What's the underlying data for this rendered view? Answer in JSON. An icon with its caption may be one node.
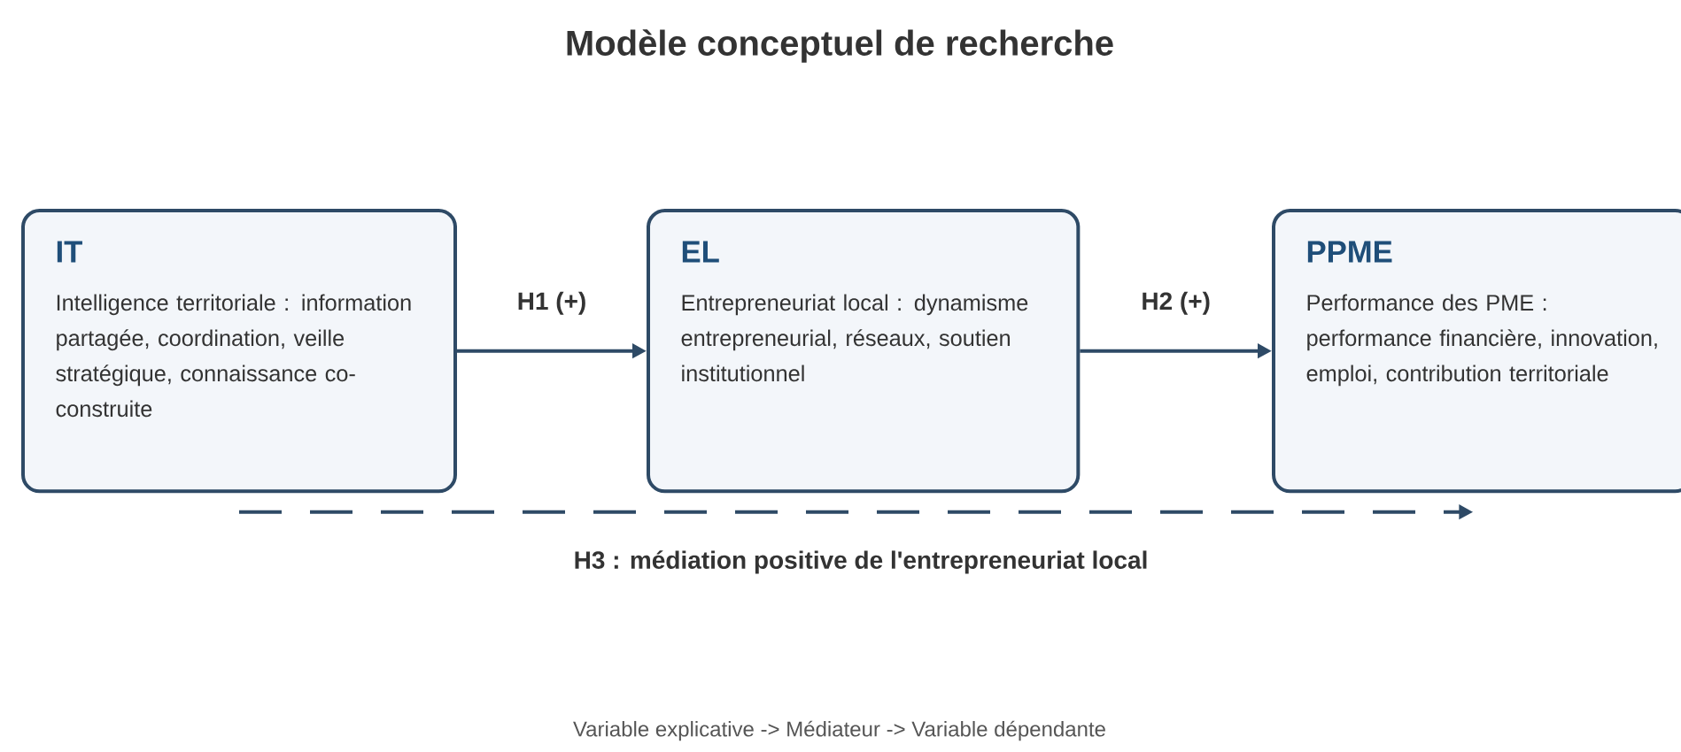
{
  "diagram": {
    "title": "Modèle conceptuel de recherche",
    "nodes": [
      {
        "text": [
          "IT",
          "Intelligence territoriale : information partagée, coordination, veille stratégique, connaissance co-construite"
        ]
      },
      {
        "text": [
          "EL",
          "Entrepreneuriat local : dynamisme entrepreneurial, réseaux, soutien institutionnel"
        ]
      },
      {
        "text": [
          "PPME",
          "Performance des PME : performance financière, innovation, emploi, contribution territoriale"
        ]
      }
    ],
    "edges": [
      {
        "from": 0,
        "to": 1,
        "arrow": "to",
        "label": "H1 (+)"
      },
      {
        "from": 1,
        "to": 2,
        "arrow": "to",
        "label": "H2 (+)"
      },
      {
        "from": 0,
        "to": 2,
        "arrow": "to",
        "label": "H3 : médiation positive de l'entrepreneuriat local",
        "style": "dashed"
      }
    ],
    "caption": "Variable explicative -> Médiateur -> Variable dépendante"
  }
}
